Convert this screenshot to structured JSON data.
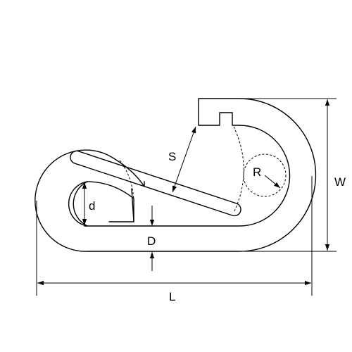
{
  "labels": {
    "S": "S",
    "R": "R",
    "d": "d",
    "D": "D",
    "W": "W",
    "L": "L"
  },
  "colors": {
    "line": "#000000",
    "background": "#ffffff"
  }
}
